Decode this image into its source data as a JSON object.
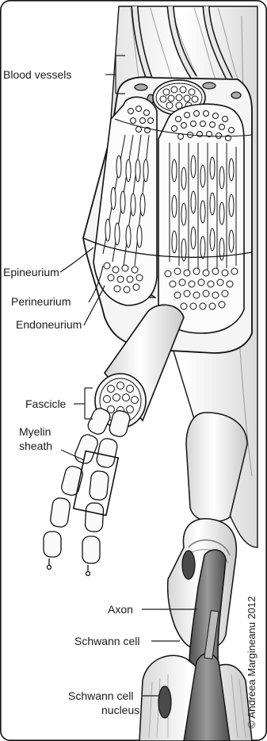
{
  "labels": {
    "blood_vessels": "Blood vessels",
    "epineurium": "Epineurium",
    "perineurium": "Perineurium",
    "endoneurium": "Endoneurium",
    "fascicle": "Fascicle",
    "myelin_line1": "Myelin",
    "myelin_line2": "sheath",
    "axon": "Axon",
    "schwann_cell": "Schwann cell",
    "schwann_nucleus_line1": "Schwann cell",
    "schwann_nucleus_line2": "nucleus"
  },
  "credit": "© Andreea Margineanu 2012",
  "colors": {
    "outline": "#111111",
    "tissue": "#f2f2f2",
    "tissue_light": "#ffffff",
    "shade": "#d4d4d4",
    "axon": "#6f6f6f",
    "nucleus": "#4a4a4a",
    "vessel": "#9a9a9a"
  }
}
